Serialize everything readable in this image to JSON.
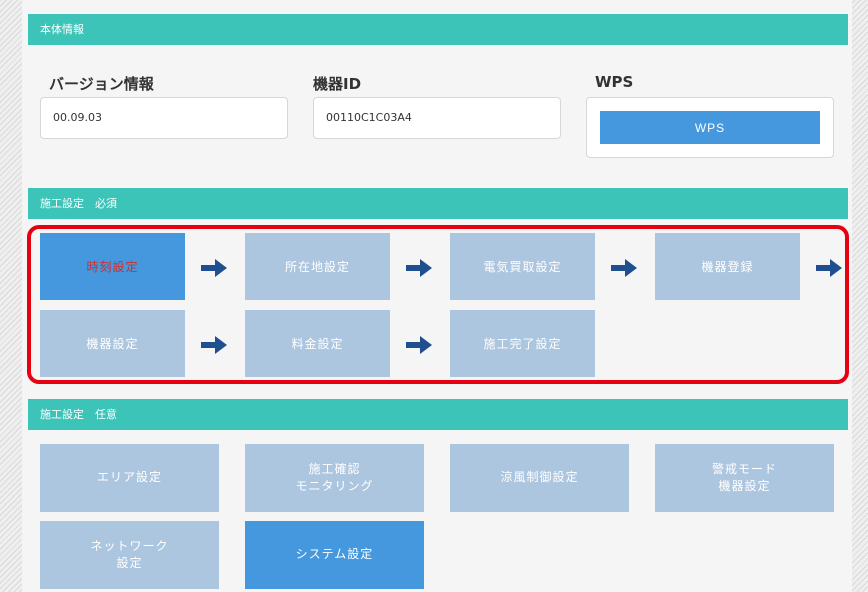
{
  "sections": {
    "body_info": "本体情報",
    "install_required": "施工設定　必須",
    "install_optional": "施工設定　任意"
  },
  "info": {
    "version_label": "バージョン情報",
    "version_value": "00.09.03",
    "device_id_label": "機器ID",
    "device_id_value": "00110C1C03A4",
    "wps_label": "WPS",
    "wps_button": "WPS"
  },
  "required_steps": [
    "時刻設定",
    "所在地設定",
    "電気買取設定",
    "機器登録",
    "機器設定",
    "料金設定",
    "施工完了設定"
  ],
  "optional_items": [
    "エリア設定",
    "施工確認\nモニタリング",
    "涼風制御設定",
    "警戒モード\n機器設定",
    "ネットワーク\n設定",
    "システム設定"
  ],
  "colors": {
    "section_bar": "#3dc4b8",
    "tile_inactive": "#adc6df",
    "tile_active": "#4598dd",
    "active_text": "#d12d2d",
    "arrow": "#1f4f8f",
    "highlight": "#e60012"
  }
}
